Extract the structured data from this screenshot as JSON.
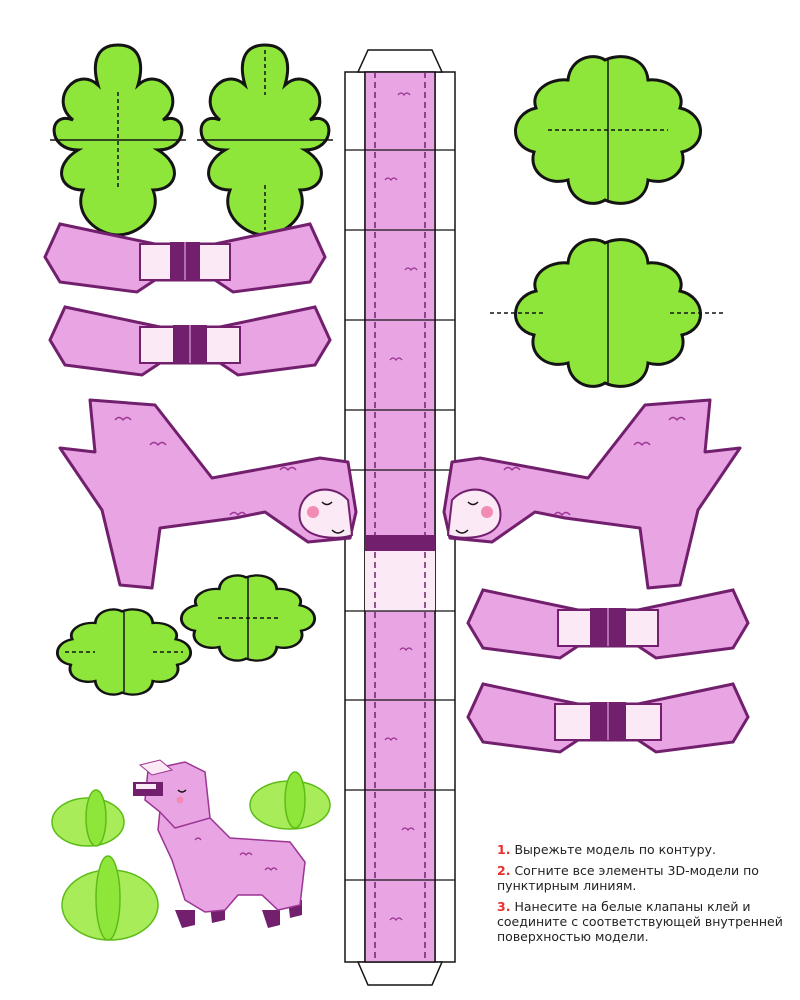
{
  "colors": {
    "pink": "#e8a4e3",
    "pink_light": "#fbe9f5",
    "purple": "#72206e",
    "purple_mid": "#9c3593",
    "green": "#8fe63a",
    "green_light": "#a8ec5a",
    "outline": "#141414",
    "cheek": "#f28bb6",
    "step_number": "#e8302f"
  },
  "instructions": [
    {
      "num": "1.",
      "text": "Вырежьте модель по контуру."
    },
    {
      "num": "2.",
      "text": "Согните все элементы 3D-модели по пунктирным линиям."
    },
    {
      "num": "3.",
      "text": "Нанесите на белые клапаны клей и соедините с соответствующей внутренней поверхностью модели."
    }
  ]
}
